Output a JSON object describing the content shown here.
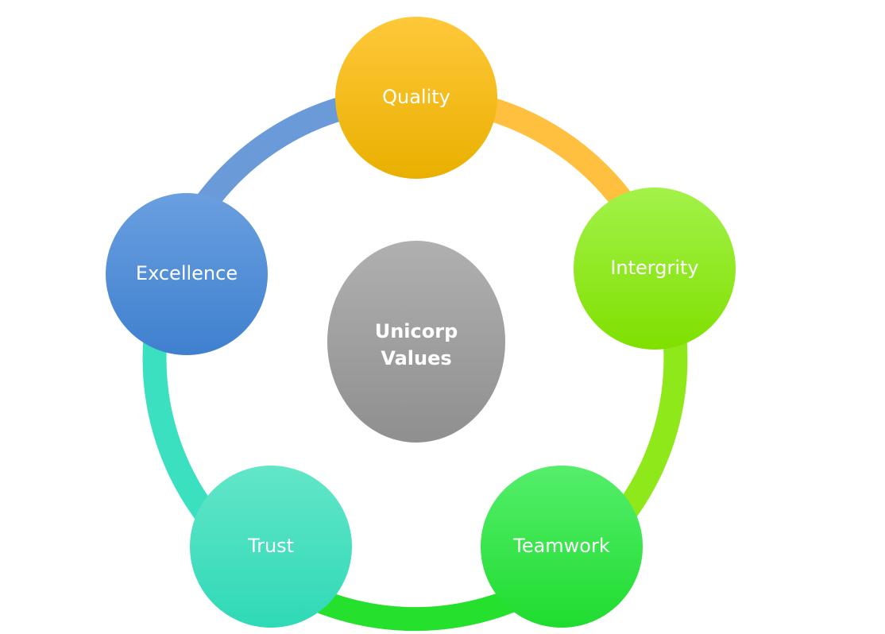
{
  "center": {
    "line1": "Unicorp",
    "line2": "Values",
    "color_top": "#b0b0b0",
    "color_bottom": "#8f8f8f"
  },
  "nodes": [
    {
      "label": "Quality",
      "color_top": "#ffc83a",
      "color_bottom": "#e9b000"
    },
    {
      "label": "Intergrity",
      "color_top": "#a3f24a",
      "color_bottom": "#7fe000"
    },
    {
      "label": "Teamwork",
      "color_top": "#55ee6c",
      "color_bottom": "#1fdc2f"
    },
    {
      "label": "Trust",
      "color_top": "#62e6c8",
      "color_bottom": "#2fd9b7"
    },
    {
      "label": "Excellence",
      "color_top": "#6a9fe0",
      "color_bottom": "#3f80cf"
    }
  ],
  "ring": {
    "colors": [
      "#ffc040",
      "#8fe81a",
      "#25e12e",
      "#3ae0c0",
      "#6a9ad8"
    ]
  }
}
